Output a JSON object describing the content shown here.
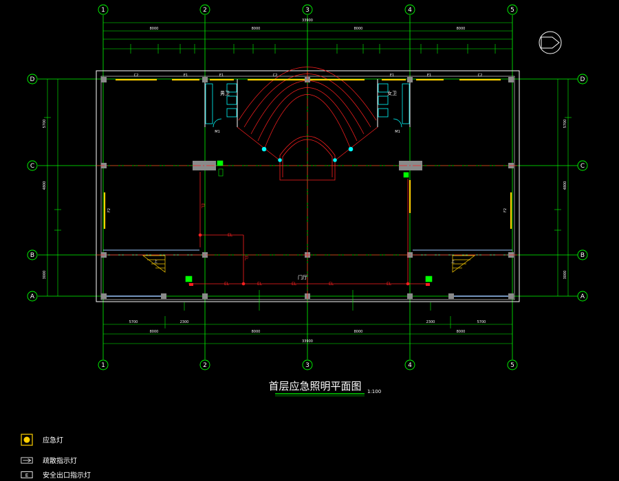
{
  "drawing": {
    "title": "首层应急照明平面图",
    "scale": "1:100",
    "axes_numbers": [
      "1",
      "2",
      "3",
      "4",
      "5"
    ],
    "axes_letters": [
      "A",
      "B",
      "C",
      "D"
    ],
    "rooms": {
      "male_wc": "男卫",
      "female_wc": "女卫",
      "hall": "门厅"
    },
    "circuit_label": "EL",
    "windows": {
      "c2": "C2",
      "e1": "E1",
      "f2": "F2"
    },
    "stair_up": "上",
    "door_m1": "M1",
    "overall_dim": "33900",
    "bay_dims": [
      "8000",
      "8000",
      "8000",
      "8000"
    ],
    "lower_dims": [
      "5700",
      "2300",
      "2300",
      "5700"
    ],
    "side_dims": [
      "5700",
      "4800",
      "3000"
    ],
    "colors": {
      "axis_green": "#00ff00",
      "wall_white": "#ffffff",
      "circuit_red": "#ff2020",
      "window_yellow": "#ffd000",
      "fixture_cyan": "#00ffff",
      "column_grey": "#8a8a8a"
    }
  },
  "legend": [
    {
      "icon": "emergency-light-icon",
      "label": "应急灯"
    },
    {
      "icon": "direction-sign-icon",
      "label": "疏散指示灯"
    },
    {
      "icon": "exit-sign-icon",
      "label": "安全出口指示灯"
    }
  ]
}
